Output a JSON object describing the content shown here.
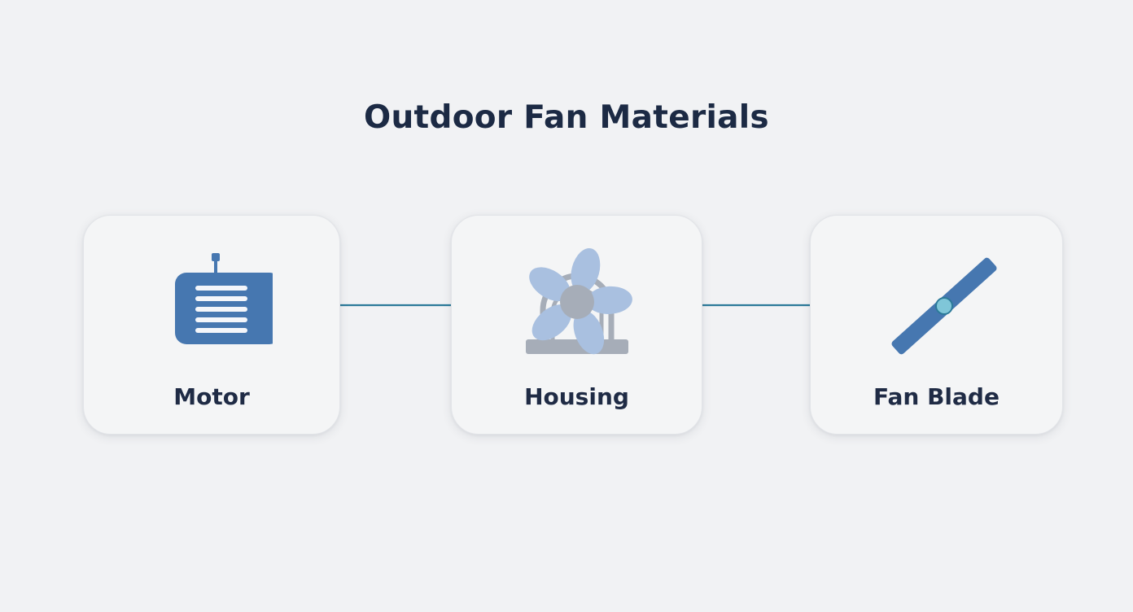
{
  "diagram": {
    "title": "Outdoor Fan Materials",
    "nodes": [
      {
        "id": "motor",
        "label": "Motor",
        "icon": "motor-icon"
      },
      {
        "id": "housing",
        "label": "Housing",
        "icon": "fan-housing-icon"
      },
      {
        "id": "blade",
        "label": "Fan Blade",
        "icon": "fan-blade-icon"
      }
    ],
    "edges": [
      {
        "from": "motor",
        "to": "housing"
      },
      {
        "from": "housing",
        "to": "blade"
      }
    ]
  },
  "colors": {
    "background": "#f1f2f4",
    "title": "#1c2a44",
    "arrow": "#2c7a99",
    "motor_blue": "#4677b0",
    "blade_blue": "#4677b0",
    "housing_petal": "#a9c0e0",
    "housing_grey": "#a6adb8"
  }
}
